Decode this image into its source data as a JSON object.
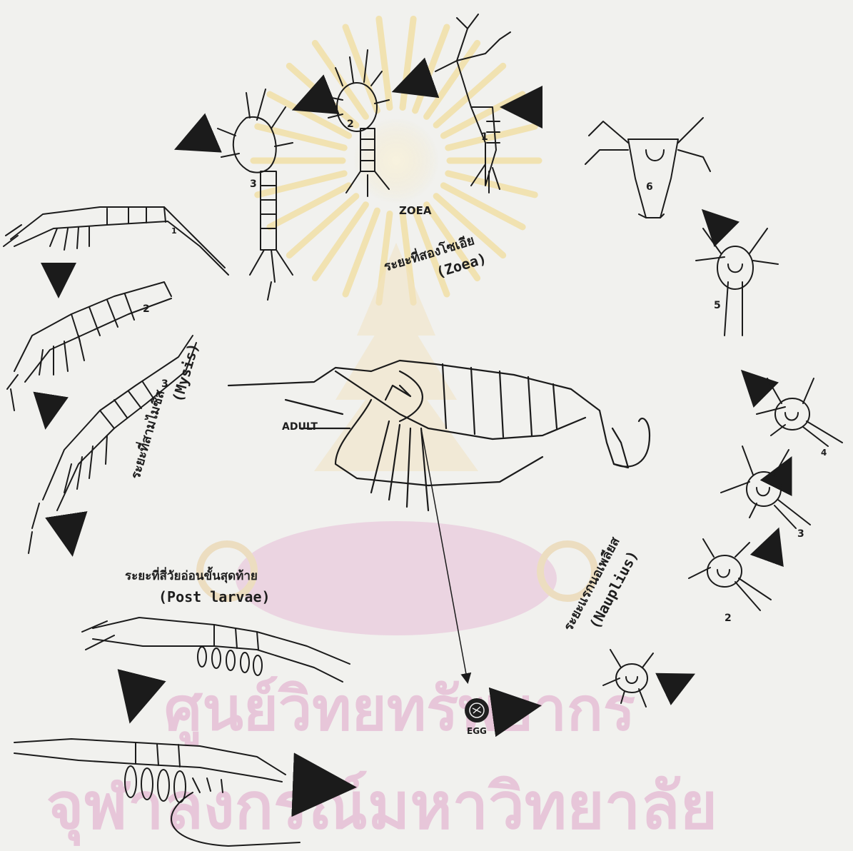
{
  "zoea": {
    "label": "ZOEA",
    "stage_title_th": "ระยะที่สองโซเอีย",
    "stage_title_en": "(Zoea)",
    "numbers": [
      "1",
      "2",
      "3"
    ]
  },
  "mysis": {
    "stage_title_th": "ระยะที่สามไมซิส",
    "stage_title_en": "(Mysis)",
    "numbers": [
      "1",
      "2",
      "3"
    ]
  },
  "post_larvae": {
    "stage_title_th": "ระยะที่สี่วัยอ่อนขั้นสุดท้าย",
    "stage_title_en": "(Post larvae)"
  },
  "nauplius": {
    "stage_title_th": "ระยะแรกนอเพลียส",
    "stage_title_en": "(Nauplius)",
    "numbers": [
      "2",
      "3",
      "4",
      "5",
      "6"
    ]
  },
  "adult": {
    "label": "ADULT"
  },
  "egg": {
    "label": "EGG"
  },
  "watermark": {
    "line1": "ศูนย์วิทยทรัพยากร",
    "line2": "จุฬาลงกรณ์มหาวิทยาลัย"
  },
  "colors": {
    "paper": "#f1f1ee",
    "ink": "#1b1b1b",
    "watermark_pink": "#e6bfd6",
    "watermark_gold": "#f3e2b0"
  },
  "icons": [
    "stage-arrow-icon",
    "shrimp-larva-icon",
    "egg-icon"
  ]
}
